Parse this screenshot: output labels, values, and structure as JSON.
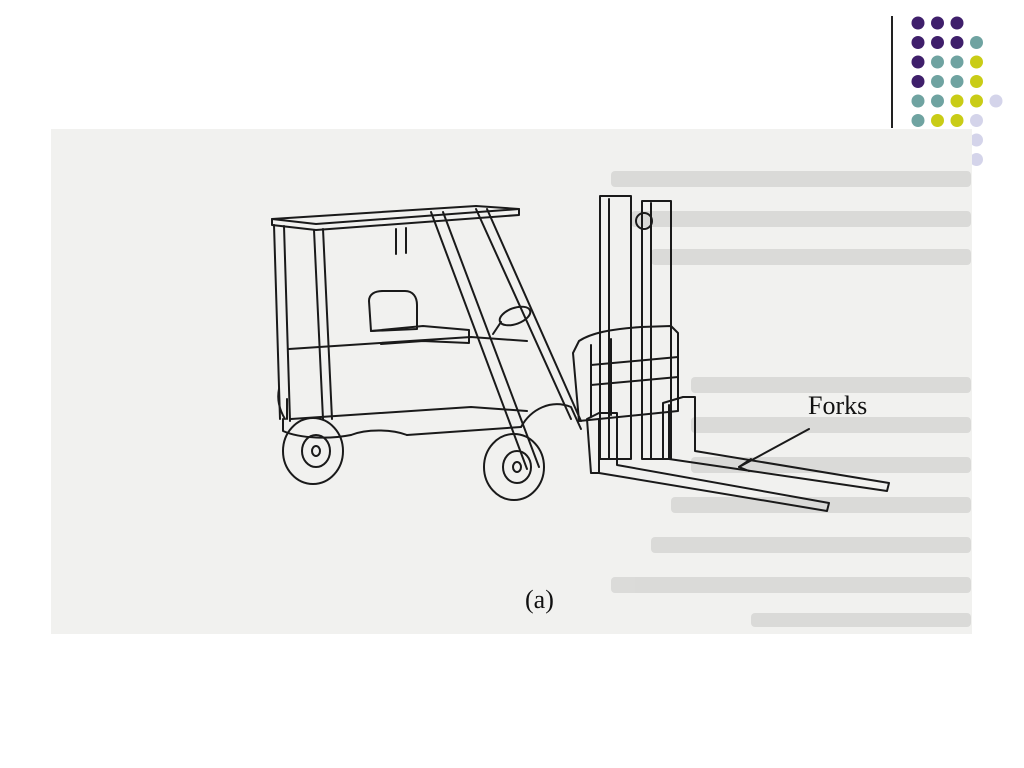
{
  "figure": {
    "callout_label": "Forks",
    "caption": "(a)"
  },
  "decoration": {
    "palette": {
      "purple": "#3f1f6b",
      "teal": "#6fa3a1",
      "yellow": "#c9cc16",
      "lavender": "#d4d4ea"
    },
    "divider_color": "#222222"
  },
  "icons": [
    "forklift-illustration",
    "dot-grid-ornament"
  ]
}
